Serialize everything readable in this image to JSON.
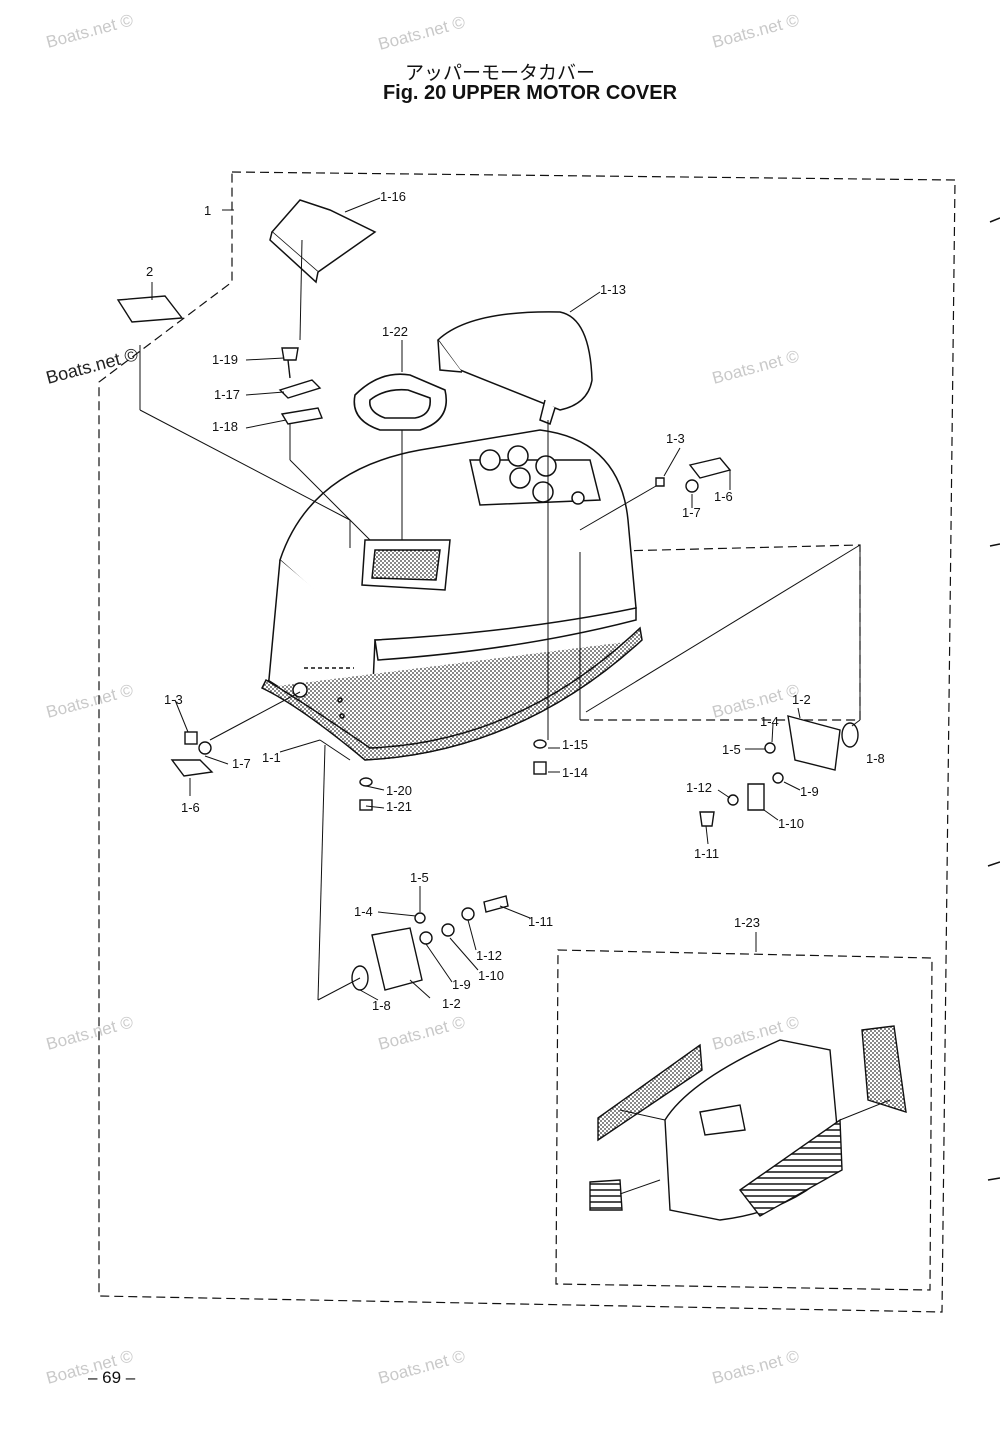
{
  "title_jp": "アッパーモータカバー",
  "title_en": "Fig. 20   UPPER MOTOR COVER",
  "page_number": "– 69 –",
  "watermark": "Boats.net ©",
  "watermark_primary": "Boats.net ©",
  "labels": {
    "p1": "1",
    "p2": "2",
    "p1_1": "1-1",
    "p1_2a": "1-2",
    "p1_2b": "1-2",
    "p1_3a": "1-3",
    "p1_3b": "1-3",
    "p1_4a": "1-4",
    "p1_4b": "1-4",
    "p1_5a": "1-5",
    "p1_5b": "1-5",
    "p1_6a": "1-6",
    "p1_6b": "1-6",
    "p1_7a": "1-7",
    "p1_7b": "1-7",
    "p1_8a": "1-8",
    "p1_8b": "1-8",
    "p1_9a": "1-9",
    "p1_9b": "1-9",
    "p1_10a": "1-10",
    "p1_10b": "1-10",
    "p1_11a": "1-11",
    "p1_11b": "1-11",
    "p1_12a": "1-12",
    "p1_12b": "1-12",
    "p1_13": "1-13",
    "p1_14": "1-14",
    "p1_15": "1-15",
    "p1_16": "1-16",
    "p1_17": "1-17",
    "p1_18": "1-18",
    "p1_19": "1-19",
    "p1_20": "1-20",
    "p1_21": "1-21",
    "p1_22": "1-22",
    "p1_23": "1-23"
  },
  "colors": {
    "ink": "#111111",
    "watermark": "#c9c9c9",
    "paper": "#ffffff"
  }
}
